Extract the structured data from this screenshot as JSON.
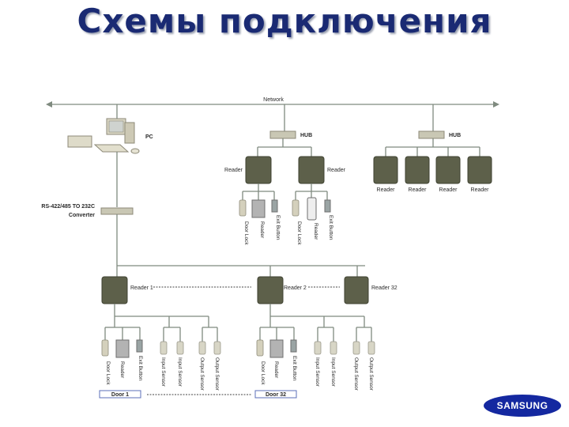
{
  "title": "Схемы подключения",
  "labels": {
    "network": "Network",
    "pc": "PC",
    "hub": "HUB",
    "converter_line1": "RS-422/485 TO 232C",
    "converter_line2": "Converter",
    "reader": "Reader",
    "reader_1": "Reader 1",
    "reader_2": "Reader 2",
    "reader_32": "Reader 32",
    "door_lock": "Door Lock",
    "exit_button": "Exit Button",
    "input_sensor": "Input Sensor",
    "output_sensor": "Output Sensor",
    "door_1": "Door 1",
    "door_32": "Door 32"
  },
  "logo": {
    "text": "SAMSUNG",
    "color": "#1428a0"
  },
  "colors": {
    "title": "#1a2a73",
    "reader": "#5d604a",
    "lines": "#7f8a7f"
  }
}
